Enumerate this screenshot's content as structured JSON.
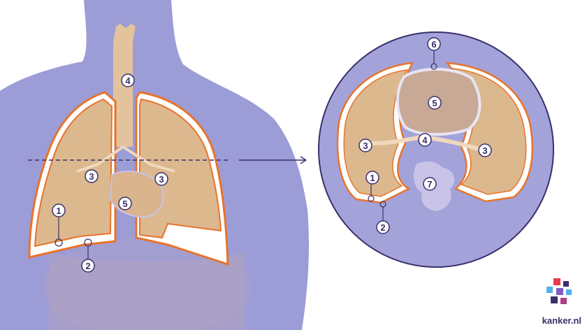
{
  "diagram": {
    "labels": {
      "1": "1",
      "2": "2",
      "3": "3",
      "4": "4",
      "5": "5",
      "6": "6",
      "7": "7"
    },
    "colors": {
      "body": "#9c9cd6",
      "body_dark": "#8787c8",
      "lung_fill": "#dcb88e",
      "lung_outline": "#e8732a",
      "pleura_white": "#ffffff",
      "marker": "#3a2f6b",
      "inset_bg": "#a3a3da",
      "trachea": "#e3c39e",
      "organs": "#c8a996"
    }
  },
  "logo": {
    "text": "kanker.nl"
  }
}
